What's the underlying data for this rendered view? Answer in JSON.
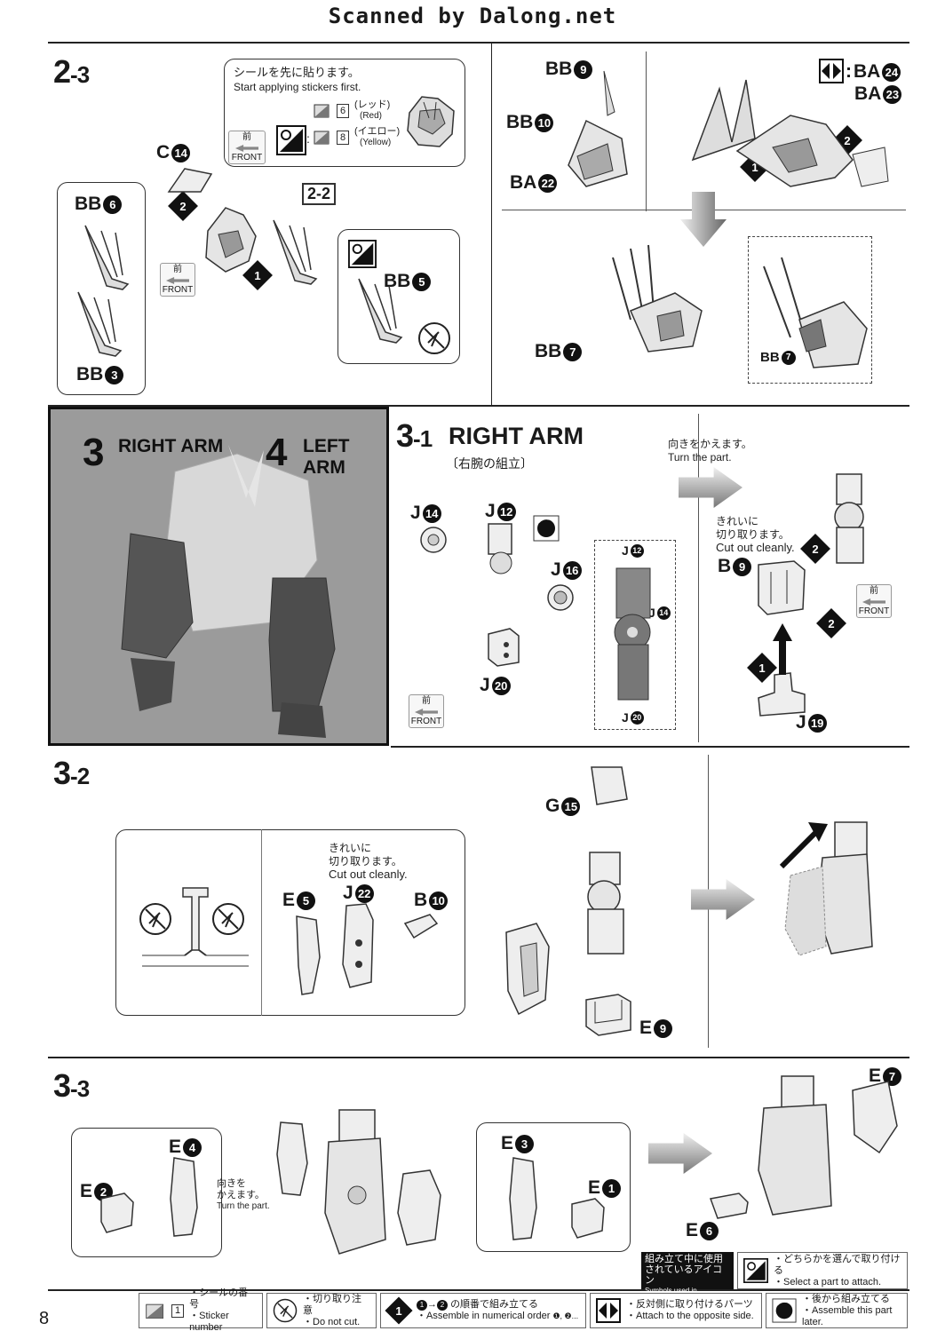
{
  "header": {
    "scan_credit": "Scanned by Dalong.net"
  },
  "page_number": "8",
  "step_2_3": {
    "label_main": "2",
    "label_sub": "-3",
    "sticker_note_jp": "シールを先に貼ります。",
    "sticker_note_en": "Start applying stickers first.",
    "sticker_red_num": "6",
    "sticker_red_jp": "(レッド)",
    "sticker_red_en": "(Red)",
    "sticker_yellow_num": "8",
    "sticker_yellow_jp": "(イエロー)",
    "sticker_yellow_en": "(Yellow)",
    "front_jp": "前",
    "front_en": "FRONT",
    "ref_step": "2-2",
    "parts": [
      {
        "name": "C",
        "num": "14"
      },
      {
        "name": "BB",
        "num": "6"
      },
      {
        "name": "BB",
        "num": "3"
      },
      {
        "name": "BB",
        "num": "5"
      }
    ]
  },
  "step_right_top": {
    "parts": [
      {
        "name": "BB",
        "num": "9"
      },
      {
        "name": "BB",
        "num": "10"
      },
      {
        "name": "BA",
        "num": "22"
      },
      {
        "name": "BA",
        "num": "24"
      },
      {
        "name": "BA",
        "num": "23"
      },
      {
        "name": "BB",
        "num": "7"
      },
      {
        "name": "BB",
        "num": "7"
      }
    ]
  },
  "section_arms": {
    "num3": "3",
    "title3": "RIGHT ARM",
    "num4": "4",
    "title4": "LEFT ARM"
  },
  "step_3_1": {
    "label_main": "3",
    "label_sub": "-1",
    "title": "RIGHT ARM",
    "subtitle_jp": "〔右腕の組立〕",
    "turn_jp": "向きをかえます。",
    "turn_en": "Turn the part.",
    "cut_jp_1": "きれいに",
    "cut_jp_2": "切り取ります。",
    "cut_en": "Cut out cleanly.",
    "front_jp": "前",
    "front_en": "FRONT",
    "parts": [
      {
        "name": "J",
        "num": "14"
      },
      {
        "name": "J",
        "num": "12"
      },
      {
        "name": "J",
        "num": "16"
      },
      {
        "name": "J",
        "num": "20"
      },
      {
        "name": "J",
        "num": "12"
      },
      {
        "name": "J",
        "num": "14"
      },
      {
        "name": "J",
        "num": "20"
      },
      {
        "name": "B",
        "num": "9"
      },
      {
        "name": "J",
        "num": "19"
      }
    ]
  },
  "step_3_2": {
    "label_main": "3",
    "label_sub": "-2",
    "cut_jp_1": "きれいに",
    "cut_jp_2": "切り取ります。",
    "cut_en": "Cut out cleanly.",
    "parts": [
      {
        "name": "E",
        "num": "5"
      },
      {
        "name": "J",
        "num": "22"
      },
      {
        "name": "B",
        "num": "10"
      },
      {
        "name": "G",
        "num": "15"
      },
      {
        "name": "E",
        "num": "9"
      }
    ]
  },
  "step_3_3": {
    "label_main": "3",
    "label_sub": "-3",
    "turn_jp_1": "向きを",
    "turn_jp_2": "かえます。",
    "turn_en": "Turn the part.",
    "parts": [
      {
        "name": "E",
        "num": "4"
      },
      {
        "name": "E",
        "num": "2"
      },
      {
        "name": "E",
        "num": "3"
      },
      {
        "name": "E",
        "num": "1"
      },
      {
        "name": "E",
        "num": "7"
      },
      {
        "name": "E",
        "num": "6"
      }
    ]
  },
  "legend": {
    "title_jp_1": "組み立て中に使用",
    "title_jp_2": "されているアイコン",
    "title_en": "Symbols used in instructions",
    "select_jp": "・どちらかを選んで取り付ける",
    "select_en": "・Select a part to attach.",
    "sticker_jp": "・シールの番号",
    "sticker_en": "・Sticker number",
    "sticker_num": "1",
    "cut_jp": "・切り取り注意",
    "cut_en": "・Do not cut.",
    "order_jp": "の順番で組み立てる",
    "order_en": "・Assemble in numerical order",
    "opposite_jp": "・反対側に取り付けるパーツ",
    "opposite_en": "・Attach to the opposite side.",
    "later_jp": "・後から組み立てる",
    "later_en": "・Assemble this part later."
  }
}
